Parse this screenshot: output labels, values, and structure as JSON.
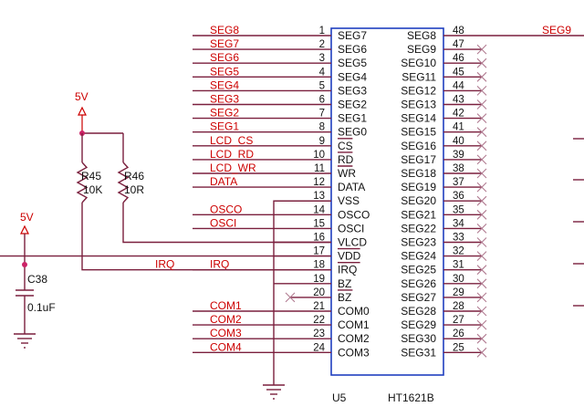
{
  "chip": {
    "designator": "U5",
    "part": "HT1621B"
  },
  "left_pins": [
    {
      "num": "1",
      "name": "SEG7",
      "net": "SEG8"
    },
    {
      "num": "2",
      "name": "SEG6",
      "net": "SEG7"
    },
    {
      "num": "3",
      "name": "SEG5",
      "net": "SEG6"
    },
    {
      "num": "4",
      "name": "SEG4",
      "net": "SEG5"
    },
    {
      "num": "5",
      "name": "SEG3",
      "net": "SEG4"
    },
    {
      "num": "6",
      "name": "SEG2",
      "net": "SEG3"
    },
    {
      "num": "7",
      "name": "SEG1",
      "net": "SEG2"
    },
    {
      "num": "8",
      "name": "SEG0",
      "net": "SEG1"
    },
    {
      "num": "9",
      "name": "CS",
      "net": "LCD_CS",
      "overbar": true
    },
    {
      "num": "10",
      "name": "RD",
      "net": "LCD_RD",
      "overbar": true
    },
    {
      "num": "11",
      "name": "WR",
      "net": "LCD_WR",
      "overbar": true
    },
    {
      "num": "12",
      "name": "DATA",
      "net": "DATA"
    },
    {
      "num": "13",
      "name": "VSS",
      "net": ""
    },
    {
      "num": "14",
      "name": "OSCO",
      "net": "OSCO"
    },
    {
      "num": "15",
      "name": "OSCI",
      "net": "OSCI"
    },
    {
      "num": "16",
      "name": "VLCD",
      "net": ""
    },
    {
      "num": "17",
      "name": "VDD",
      "net": "",
      "overbar": true
    },
    {
      "num": "18",
      "name": "IRQ",
      "net": "IRQ",
      "overbar": true
    },
    {
      "num": "19",
      "name": "BZ",
      "net": ""
    },
    {
      "num": "20",
      "name": "BZ",
      "net": "",
      "overbar": true,
      "nc": true
    },
    {
      "num": "21",
      "name": "COM0",
      "net": "COM1"
    },
    {
      "num": "22",
      "name": "COM1",
      "net": "COM2"
    },
    {
      "num": "23",
      "name": "COM2",
      "net": "COM3"
    },
    {
      "num": "24",
      "name": "COM3",
      "net": "COM4"
    }
  ],
  "right_pins": [
    {
      "num": "48",
      "name": "SEG8",
      "net": "SEG9"
    },
    {
      "num": "47",
      "name": "SEG9"
    },
    {
      "num": "46",
      "name": "SEG10"
    },
    {
      "num": "45",
      "name": "SEG11"
    },
    {
      "num": "44",
      "name": "SEG12"
    },
    {
      "num": "43",
      "name": "SEG13"
    },
    {
      "num": "42",
      "name": "SEG14"
    },
    {
      "num": "41",
      "name": "SEG15"
    },
    {
      "num": "40",
      "name": "SEG16"
    },
    {
      "num": "39",
      "name": "SEG17"
    },
    {
      "num": "38",
      "name": "SEG18"
    },
    {
      "num": "37",
      "name": "SEG19"
    },
    {
      "num": "36",
      "name": "SEG20"
    },
    {
      "num": "35",
      "name": "SEG21"
    },
    {
      "num": "34",
      "name": "SEG22"
    },
    {
      "num": "33",
      "name": "SEG23"
    },
    {
      "num": "32",
      "name": "SEG24"
    },
    {
      "num": "31",
      "name": "SEG25"
    },
    {
      "num": "30",
      "name": "SEG26"
    },
    {
      "num": "29",
      "name": "SEG27"
    },
    {
      "num": "28",
      "name": "SEG28"
    },
    {
      "num": "27",
      "name": "SEG29"
    },
    {
      "num": "26",
      "name": "SEG30"
    },
    {
      "num": "25",
      "name": "SEG31"
    }
  ],
  "power": [
    {
      "label": "5V"
    },
    {
      "label": "5V"
    }
  ],
  "resistors": [
    {
      "ref": "R45",
      "value": "10K"
    },
    {
      "ref": "R46",
      "value": "10R"
    }
  ],
  "capacitor": {
    "ref": "C38",
    "value": "0.1uF"
  },
  "irq_net_label": "IRQ",
  "colors": {
    "wire": "#7a1f3d",
    "label": "#cc0000",
    "text": "#111111",
    "noconnect": "#b07a90"
  }
}
